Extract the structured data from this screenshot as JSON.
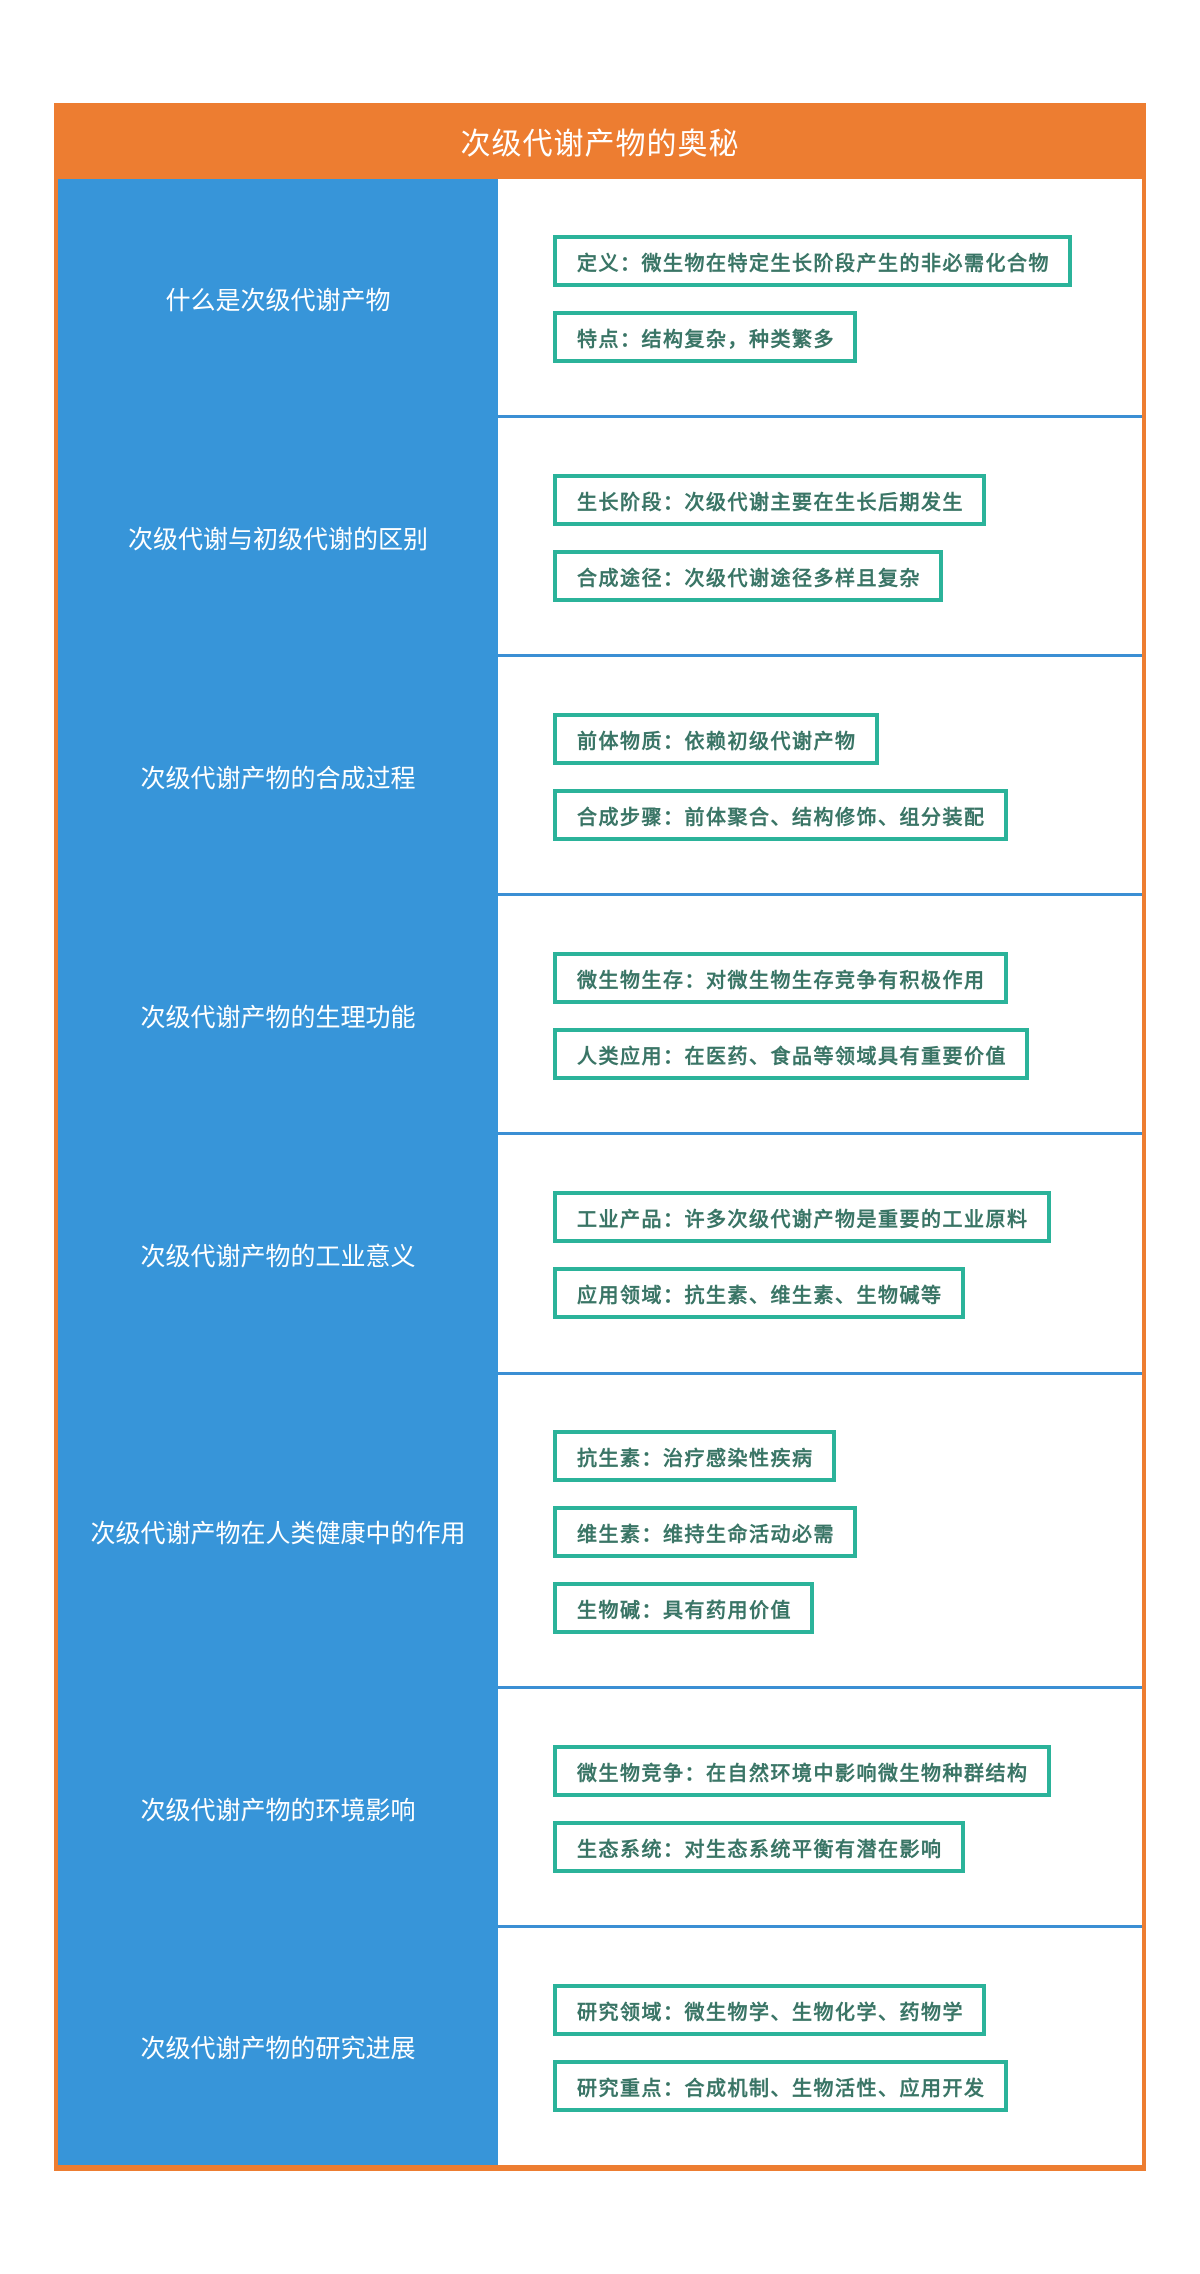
{
  "title": "次级代谢产物的奥秘",
  "colors": {
    "header": "#ed7d31",
    "left_column": "#3795d9",
    "box_border": "#2bb39a",
    "box_text": "#3a7566",
    "separator": "#3b8fd4"
  },
  "sections": [
    {
      "label": "什么是次级代谢产物",
      "items": [
        "定义：微生物在特定生长阶段产生的非必需化合物",
        "特点：结构复杂，种类繁多"
      ]
    },
    {
      "label": "次级代谢与初级代谢的区别",
      "items": [
        "生长阶段：次级代谢主要在生长后期发生",
        "合成途径：次级代谢途径多样且复杂"
      ]
    },
    {
      "label": "次级代谢产物的合成过程",
      "items": [
        "前体物质：依赖初级代谢产物",
        "合成步骤：前体聚合、结构修饰、组分装配"
      ]
    },
    {
      "label": "次级代谢产物的生理功能",
      "items": [
        "微生物生存：对微生物生存竞争有积极作用",
        "人类应用：在医药、食品等领域具有重要价值"
      ]
    },
    {
      "label": "次级代谢产物的工业意义",
      "items": [
        "工业产品：许多次级代谢产物是重要的工业原料",
        "应用领域：抗生素、维生素、生物碱等"
      ]
    },
    {
      "label": "次级代谢产物在人类健康中的作用",
      "items": [
        "抗生素：治疗感染性疾病",
        "维生素：维持生命活动必需",
        "生物碱：具有药用价值"
      ]
    },
    {
      "label": "次级代谢产物的环境影响",
      "items": [
        "微生物竞争：在自然环境中影响微生物种群结构",
        "生态系统：对生态系统平衡有潜在影响"
      ]
    },
    {
      "label": "次级代谢产物的研究进展",
      "items": [
        "研究领域：微生物学、生物化学、药物学",
        "研究重点：合成机制、生物活性、应用开发"
      ]
    }
  ]
}
